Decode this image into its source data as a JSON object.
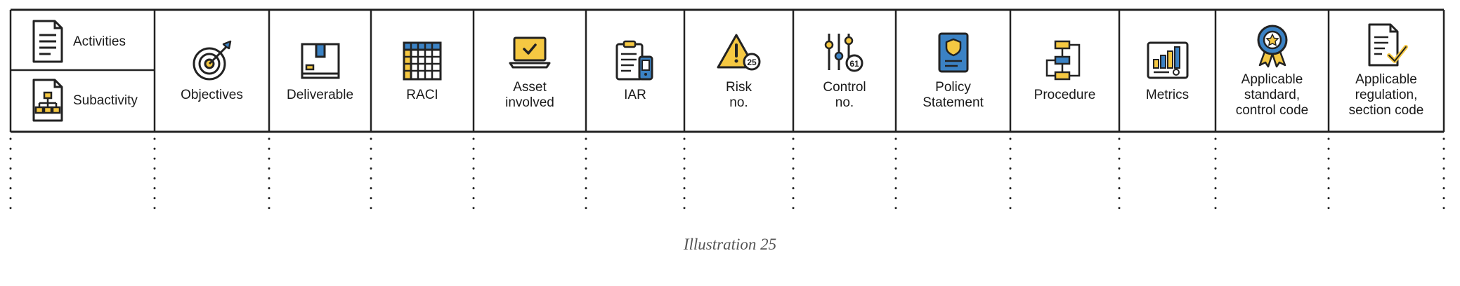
{
  "rows": {
    "activities": {
      "label": "Activities",
      "icon": "document-list-icon"
    },
    "subactivity": {
      "label": "Subactivity",
      "icon": "org-chart-document-icon"
    }
  },
  "columns": [
    {
      "label": "Objectives",
      "icon": "target-icon"
    },
    {
      "label": "Deliverable",
      "icon": "box-icon"
    },
    {
      "label": "RACI",
      "icon": "grid-table-icon"
    },
    {
      "label": "Asset\ninvolved",
      "icon": "laptop-check-icon"
    },
    {
      "label": "IAR",
      "icon": "clipboard-phone-icon"
    },
    {
      "label": "Risk\nno.",
      "icon": "warning-badge-icon"
    },
    {
      "label": "Control\nno.",
      "icon": "sliders-badge-icon"
    },
    {
      "label": "Policy\nStatement",
      "icon": "shield-document-icon"
    },
    {
      "label": "Procedure",
      "icon": "flowchart-icon"
    },
    {
      "label": "Metrics",
      "icon": "bar-chart-icon"
    },
    {
      "label": "Applicable\nstandard,\ncontrol code",
      "icon": "award-ribbon-icon"
    },
    {
      "label": "Applicable\nregulation,\nsection code",
      "icon": "checklist-document-icon"
    }
  ],
  "caption": "Illustration 25",
  "colors": {
    "yellow": "#f5c842",
    "blue": "#3b82c4",
    "line": "#222222"
  }
}
